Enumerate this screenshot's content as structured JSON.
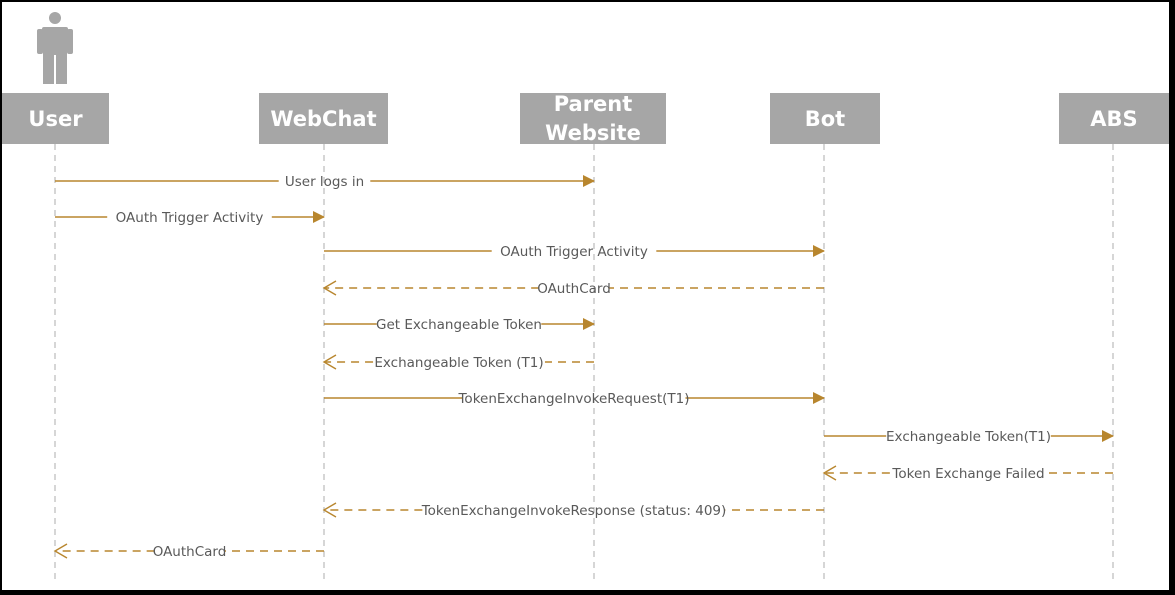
{
  "colors": {
    "participant_fill": "#a6a6a6",
    "participant_text": "#ffffff",
    "lifeline": "#bfbfbf",
    "message": "#b8862e",
    "label_text": "#595959",
    "actor_icon": "#a6a6a6"
  },
  "actor_icon": "person-icon",
  "participants": [
    {
      "id": "user",
      "label": [
        "User"
      ]
    },
    {
      "id": "webchat",
      "label": [
        "WebChat"
      ]
    },
    {
      "id": "parent",
      "label": [
        "Parent",
        "Website"
      ]
    },
    {
      "id": "bot",
      "label": [
        "Bot"
      ]
    },
    {
      "id": "abs",
      "label": [
        "ABS"
      ]
    }
  ],
  "messages": [
    {
      "from": "user",
      "to": "parent",
      "label": "User logs in",
      "style": "solid"
    },
    {
      "from": "user",
      "to": "webchat",
      "label": "OAuth Trigger Activity",
      "style": "solid"
    },
    {
      "from": "webchat",
      "to": "bot",
      "label": "OAuth Trigger Activity",
      "style": "solid"
    },
    {
      "from": "bot",
      "to": "webchat",
      "label": "OAuthCard",
      "style": "dashed"
    },
    {
      "from": "webchat",
      "to": "parent",
      "label": "Get Exchangeable Token",
      "style": "solid"
    },
    {
      "from": "parent",
      "to": "webchat",
      "label": "Exchangeable Token (T1)",
      "style": "dashed"
    },
    {
      "from": "webchat",
      "to": "bot",
      "label": "TokenExchangeInvokeRequest(T1)",
      "style": "solid"
    },
    {
      "from": "bot",
      "to": "abs",
      "label": "Exchangeable Token(T1)",
      "style": "solid"
    },
    {
      "from": "abs",
      "to": "bot",
      "label": "Token Exchange Failed",
      "style": "dashed"
    },
    {
      "from": "bot",
      "to": "webchat",
      "label": "TokenExchangeInvokeResponse (status: 409)",
      "style": "dashed"
    },
    {
      "from": "webchat",
      "to": "user",
      "label": "OAuthCard",
      "style": "dashed"
    }
  ]
}
